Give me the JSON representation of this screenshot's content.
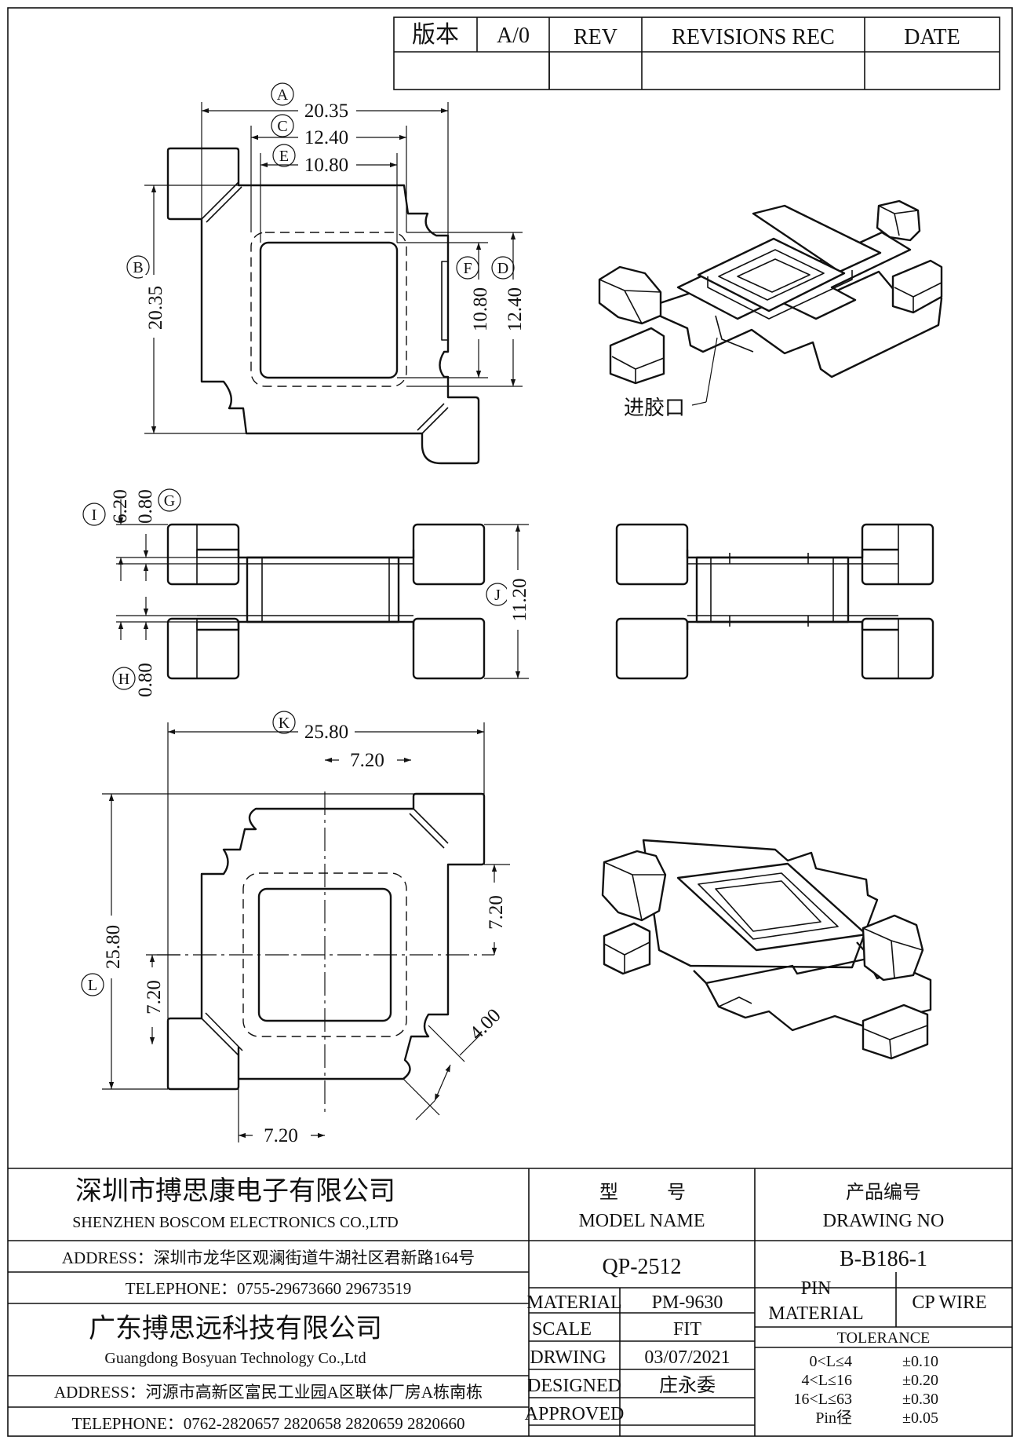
{
  "revision_block": {
    "version_label": "版本",
    "version_value": "A/0",
    "rev_header": "REV",
    "revisions_header": "REVISIONS REC",
    "date_header": "DATE"
  },
  "dimensions": {
    "A": {
      "label": "A",
      "value": "20.35"
    },
    "B": {
      "label": "B",
      "value": "20.35"
    },
    "C": {
      "label": "C",
      "value": "12.40"
    },
    "D": {
      "label": "D",
      "value": "12.40"
    },
    "E": {
      "label": "E",
      "value": "10.80"
    },
    "F": {
      "label": "F",
      "value": "10.80"
    },
    "G": {
      "label": "G",
      "value": "0.80"
    },
    "H": {
      "label": "H",
      "value": "0.80"
    },
    "I": {
      "label": "I",
      "value": "6.20"
    },
    "J": {
      "label": "J",
      "value": "11.20"
    },
    "K": {
      "label": "K",
      "value": "25.80"
    },
    "L": {
      "label": "L",
      "value": "25.80"
    },
    "slot_top": "7.20",
    "slot_right": "7.20",
    "slot_left": "7.20",
    "slot_bottom": "7.20",
    "diagonal": "4.00"
  },
  "annotations": {
    "gate_label": "进胶口"
  },
  "title_block": {
    "company_cn": "深圳市搏思康电子有限公司",
    "company_en": "SHENZHEN BOSCOM ELECTRONICS CO.,LTD",
    "address1": "ADDRESS：深圳市龙华区观澜街道牛湖社区君新路164号",
    "telephone1": "TELEPHONE：0755-29673660 29673519",
    "company2_cn": "广东搏思远科技有限公司",
    "company2_en": "Guangdong Bosyuan Technology Co.,Ltd",
    "address2": "ADDRESS：河源市高新区富民工业园A区联体厂房A栋南栋",
    "telephone2": "TELEPHONE：0762-2820657 2820658 2820659 2820660",
    "model_label_cn_1": "型",
    "model_label_cn_2": "号",
    "model_label_en": "MODEL NAME",
    "model_value": "QP-2512",
    "drawing_no_label_cn": "产品编号",
    "drawing_no_label_en": "DRAWING NO",
    "drawing_no_value": "B-B186-1",
    "material_label": "MATERIAL",
    "material_value": "PM-9630",
    "scale_label": "SCALE",
    "scale_value": "FIT",
    "drawing_label": "DRWING",
    "drawing_value": "03/07/2021",
    "designed_label": "DESIGNED",
    "designed_value": "庄永委",
    "approved_label": "APPROVED",
    "approved_value": "",
    "pin_material_label_1": "PIN",
    "pin_material_label_2": "MATERIAL",
    "pin_material_value": "CP WIRE",
    "tolerance_header": "TOLERANCE",
    "tolerances": [
      {
        "range": "0<L≤4",
        "value": "±0.10"
      },
      {
        "range": "4<L≤16",
        "value": "±0.20"
      },
      {
        "range": "16<L≤63",
        "value": "±0.30"
      },
      {
        "range": "Pin径",
        "value": "±0.05"
      }
    ]
  }
}
